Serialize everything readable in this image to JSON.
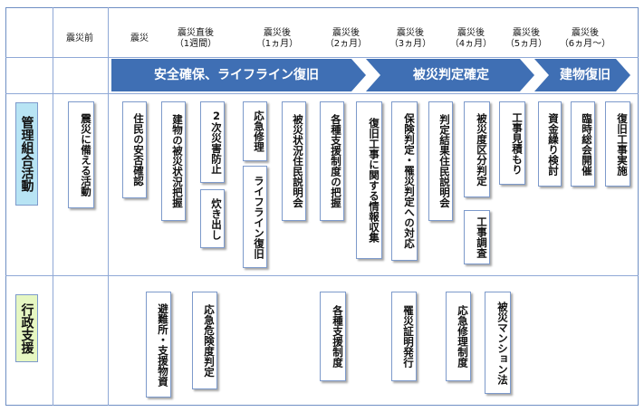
{
  "header": {
    "columns": [
      {
        "id": "pre",
        "label": "震災前"
      },
      {
        "id": "quake",
        "label": "震災"
      },
      {
        "id": "d1w",
        "label": "震災直後\n（1週間）"
      },
      {
        "id": "m1",
        "label": "震災後\n（1ヵ月）"
      },
      {
        "id": "m2",
        "label": "震災後\n（2ヵ月）"
      },
      {
        "id": "m3",
        "label": "震災後\n（3ヵ月）"
      },
      {
        "id": "m4",
        "label": "震災後\n（4ヵ月）"
      },
      {
        "id": "m5",
        "label": "震災後\n（5ヵ月）"
      },
      {
        "id": "m6",
        "label": "震災後\n（6ヵ月～）"
      }
    ]
  },
  "phases": [
    {
      "label": "安全確保、ライフライン復旧",
      "color": "#3f6fb4"
    },
    {
      "label": "被災判定確定",
      "color": "#3f6fb4"
    },
    {
      "label": "建物復旧",
      "color": "#3f6fb4"
    }
  ],
  "categories": {
    "management": {
      "label": "管理組合活動",
      "color": "#b8e4f4"
    },
    "government": {
      "label": "行政支援",
      "color": "#e6f7c2"
    }
  },
  "management_items": [
    {
      "label": "震災に備える活動"
    },
    {
      "label": "住民の安否確認"
    },
    {
      "label": "建物の被災状況把握"
    },
    {
      "label": "2次災害防止"
    },
    {
      "label": "炊き出し"
    },
    {
      "label": "応急修理"
    },
    {
      "label": "ライフライン復旧"
    },
    {
      "label": "被災状況住民説明会"
    },
    {
      "label": "各種支援制度の把握"
    },
    {
      "label": "復旧工事に関する情報収集"
    },
    {
      "label": "保険判定・罹災判定への対応"
    },
    {
      "label": "判定結果住民説明会"
    },
    {
      "label": "被災度区分判定"
    },
    {
      "label": "工事調査"
    },
    {
      "label": "工事見積もり"
    },
    {
      "label": "資金繰り検討"
    },
    {
      "label": "臨時総会開催"
    },
    {
      "label": "復旧工事実施"
    }
  ],
  "government_items": [
    {
      "label": "避難所・支援物資"
    },
    {
      "label": "応急危険度判定"
    },
    {
      "label": "各種支援制度"
    },
    {
      "label": "罹災証明発行"
    },
    {
      "label": "応急修理制度"
    },
    {
      "label": "被災マンション法"
    }
  ]
}
